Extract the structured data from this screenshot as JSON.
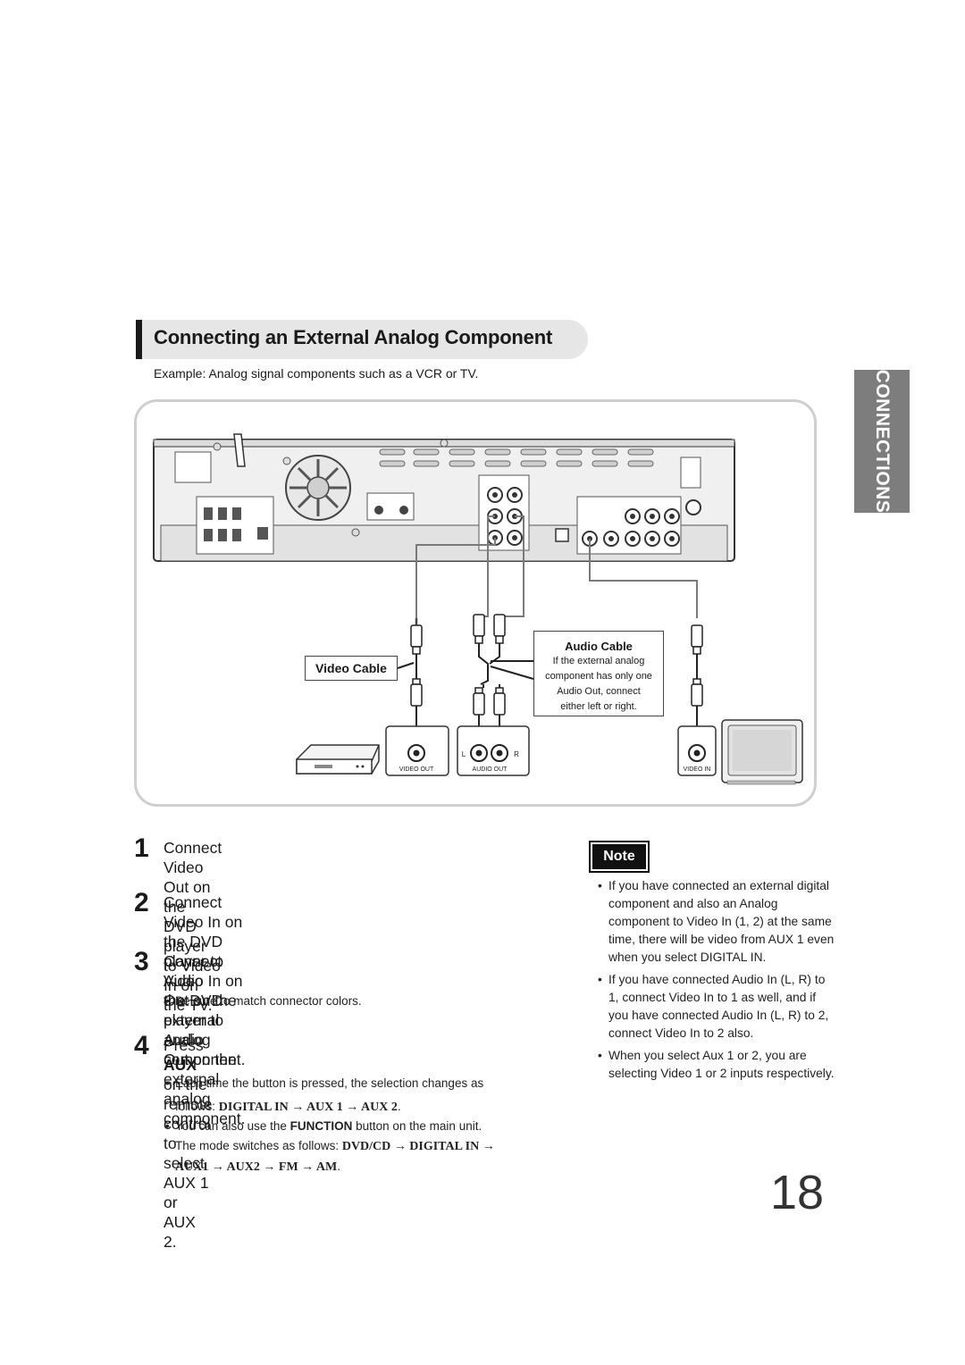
{
  "section_title": "Connecting an External Analog Component",
  "example": "Example: Analog signal components such as a VCR or TV.",
  "side_tab": "CONNECTIONS",
  "diagram": {
    "video_cable": "Video Cable",
    "audio_cable_title": "Audio Cable",
    "audio_cable_lines": [
      "If the external analog",
      "component has only one",
      "Audio Out, connect",
      "either left or right."
    ],
    "video_out": "VIDEO OUT",
    "audio_out": "AUDIO OUT",
    "video_in": "VIDEO IN",
    "left": "L",
    "right": "R"
  },
  "steps": [
    {
      "num": "1",
      "lines": [
        "Connect Video Out on the DVD player to Video",
        "In on the TV."
      ]
    },
    {
      "num": "2",
      "lines": [
        "Connect Video In on the DVD player to Video",
        "Out on the external analog component."
      ]
    },
    {
      "num": "3",
      "lines": [
        "Connect Audio In on the DVD player to Audio",
        "Out on the external analog component."
      ]
    },
    {
      "num": "4",
      "pre": "Press ",
      "bold": "AUX",
      "post": " on the remote control to select AUX 1 or",
      "line2": "AUX 2."
    }
  ],
  "step3_bullet": "Be sure to match connector colors.",
  "step4_bullets": {
    "b1_line1": "Each time the button is pressed, the selection changes as",
    "b1_line2_pre": "follows: ",
    "b1_seq": "DIGITAL IN → AUX 1 → AUX 2",
    "b1_end": ".",
    "b2_pre": "You can also use the ",
    "b2_bold": "FUNCTION",
    "b2_post": " button on the main unit.",
    "b2_line2_pre": "The mode switches as follows: ",
    "b2_seq1": "DVD/CD → DIGITAL IN →",
    "b2_seq2": "AUX1 → AUX2 → FM → AM",
    "b2_end": "."
  },
  "note": {
    "label": "Note",
    "items": [
      [
        "If you have connected an external digital",
        "component and also an Analog",
        "component to Video In (1, 2) at the same",
        "time, there will be video from AUX 1 even",
        "when you select DIGITAL IN."
      ],
      [
        "If you have connected Audio In (L, R) to",
        "1, connect Video In to 1 as well, and if",
        "you have connected Audio In (L, R) to 2,",
        "connect Video In to 2 also."
      ],
      [
        "When you select Aux 1 or 2, you are",
        "selecting Video 1 or 2 inputs respectively."
      ]
    ]
  },
  "page_number": "18"
}
